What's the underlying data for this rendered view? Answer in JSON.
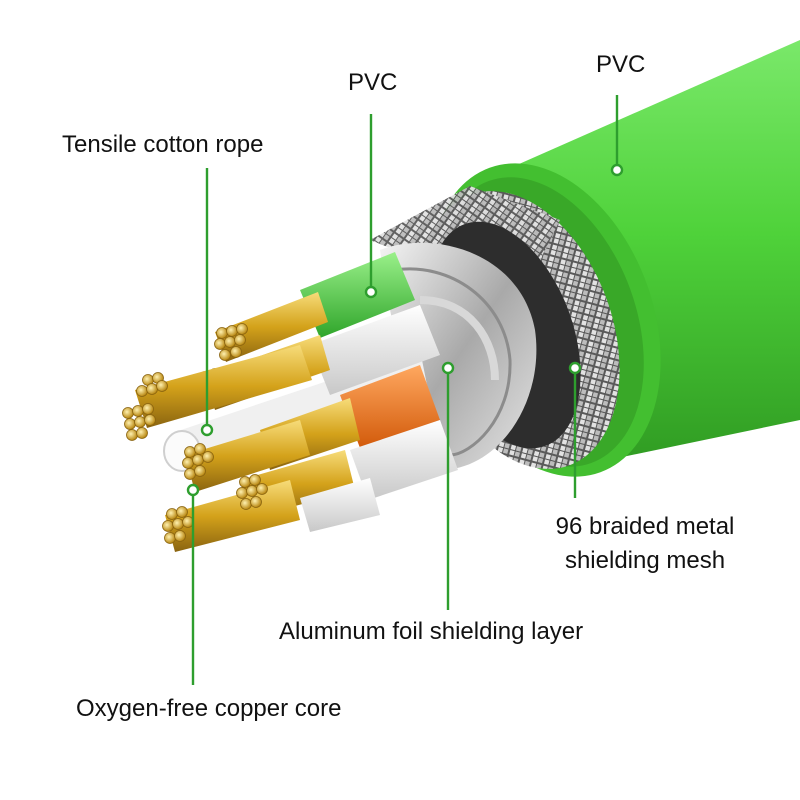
{
  "labels": {
    "pvc_inner": "PVC",
    "pvc_outer": "PVC",
    "tensile_rope": "Tensile cotton rope",
    "mesh_line1": "96 braided metal",
    "mesh_line2": "shielding mesh",
    "foil": "Aluminum foil shielding layer",
    "copper": "Oxygen-free copper core"
  },
  "colors": {
    "jacket_green": "#4fd23a",
    "leader_green": "#2e9e2e",
    "copper_gold": "#d4a21a",
    "foil_silver": "#c9c9c9",
    "orange_insulation": "#f07a1e",
    "white_insulation": "#f2f2f2",
    "green_insulation": "#5ad24a"
  }
}
